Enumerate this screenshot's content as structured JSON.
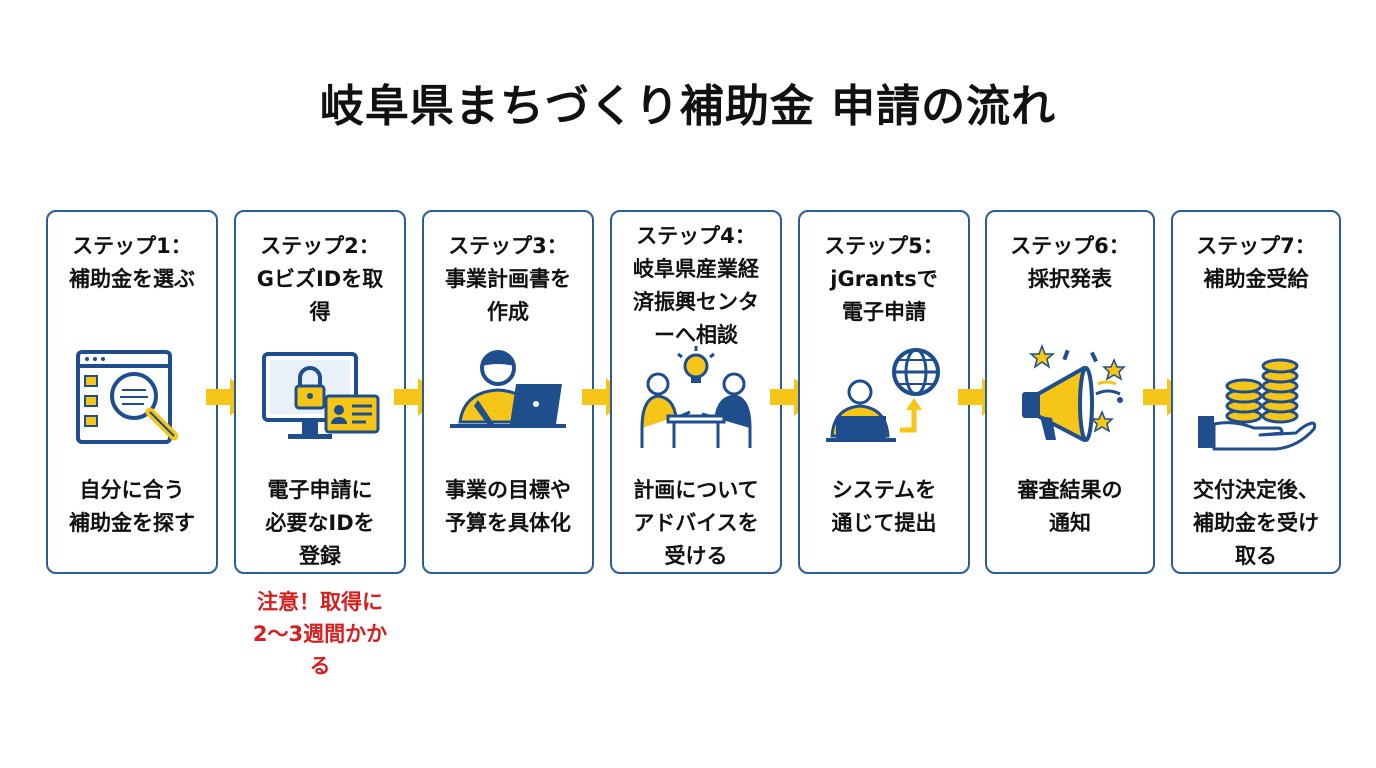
{
  "title": "岐阜県まちづくり補助金 申請の流れ",
  "colors": {
    "border": "#2a5d96",
    "accent": "#f5c518",
    "icon": "#1f4e8c",
    "note": "#d42020"
  },
  "steps": [
    {
      "title_lines": [
        "ステップ1：",
        "補助金を選ぶ"
      ],
      "desc_lines": [
        "自分に合う",
        "補助金を探す"
      ],
      "icon": "search-document-icon"
    },
    {
      "title_lines": [
        "ステップ2：",
        "GビズIDを取",
        "得"
      ],
      "desc_lines": [
        "電子申請に",
        "必要なIDを",
        "登録"
      ],
      "icon": "monitor-lock-id-card-icon"
    },
    {
      "title_lines": [
        "ステップ3：",
        "事業計画書を",
        "作成"
      ],
      "desc_lines": [
        "事業の目標や",
        "予算を具体化"
      ],
      "icon": "person-laptop-writing-icon"
    },
    {
      "title_lines": [
        "ステップ4：",
        "岐阜県産業経",
        "済振興センタ",
        "ーへ相談"
      ],
      "desc_lines": [
        "計画について",
        "アドバイスを",
        "受ける"
      ],
      "icon": "consultation-lightbulb-icon"
    },
    {
      "title_lines": [
        "ステップ5：",
        "jGrantsで",
        "電子申請"
      ],
      "desc_lines": [
        "システムを",
        "通じて提出"
      ],
      "icon": "person-laptop-globe-icon"
    },
    {
      "title_lines": [
        "ステップ6：",
        "採択発表"
      ],
      "desc_lines": [
        "審査結果の",
        "通知"
      ],
      "icon": "megaphone-confetti-icon"
    },
    {
      "title_lines": [
        "ステップ7：",
        "補助金受給"
      ],
      "desc_lines": [
        "交付決定後、",
        "補助金を受け",
        "取る"
      ],
      "icon": "hand-coins-icon"
    }
  ],
  "note": {
    "lines": [
      "注意！取得に",
      "2〜3週間かか",
      "る"
    ]
  }
}
